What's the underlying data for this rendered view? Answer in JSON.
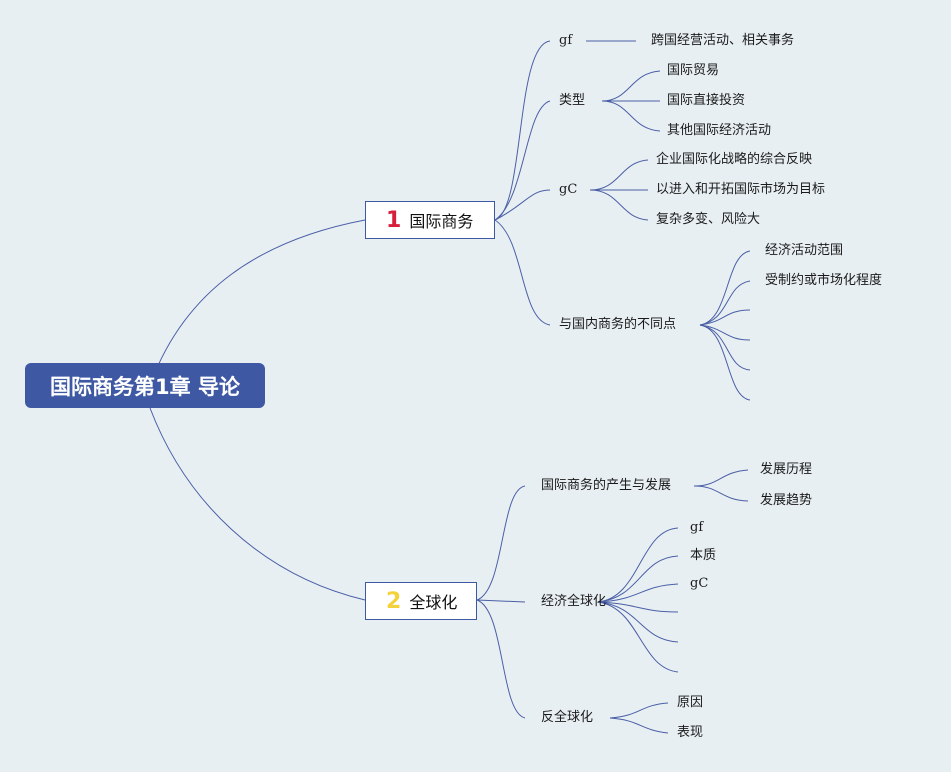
{
  "colors": {
    "background": "#e8eff3",
    "root_fill": "#3f58a3",
    "link": "#4a5fa6",
    "branch1_number": "#d81e3a",
    "branch2_number": "#f3d23c"
  },
  "root": {
    "label": "国际商务第1章 导论"
  },
  "branch1": {
    "number": "1",
    "label": "国际商务",
    "children": {
      "gf": {
        "label": "gf",
        "child": "跨国经营活动、相关事务"
      },
      "types": {
        "label": "类型",
        "children": [
          "国际贸易",
          "国际直接投资",
          "其他国际经济活动"
        ]
      },
      "gc": {
        "label": "gC",
        "children": [
          "企业国际化战略的综合反映",
          "以进入和开拓国际市场为目标",
          "复杂多变、风险大"
        ]
      },
      "diff": {
        "label": "与国内商务的不同点",
        "children": [
          "经济活动范围",
          "受制约或市场化程度",
          "",
          "",
          "",
          ""
        ]
      }
    }
  },
  "branch2": {
    "number": "2",
    "label": "全球化",
    "children": {
      "origin": {
        "label": "国际商务的产生与发展",
        "children": [
          "发展历程",
          "发展趋势"
        ]
      },
      "econ": {
        "label": "经济全球化",
        "children": [
          "gf",
          "本质",
          "gC",
          "",
          "",
          ""
        ]
      },
      "anti": {
        "label": "反全球化",
        "children": [
          "原因",
          "表现"
        ]
      }
    }
  }
}
